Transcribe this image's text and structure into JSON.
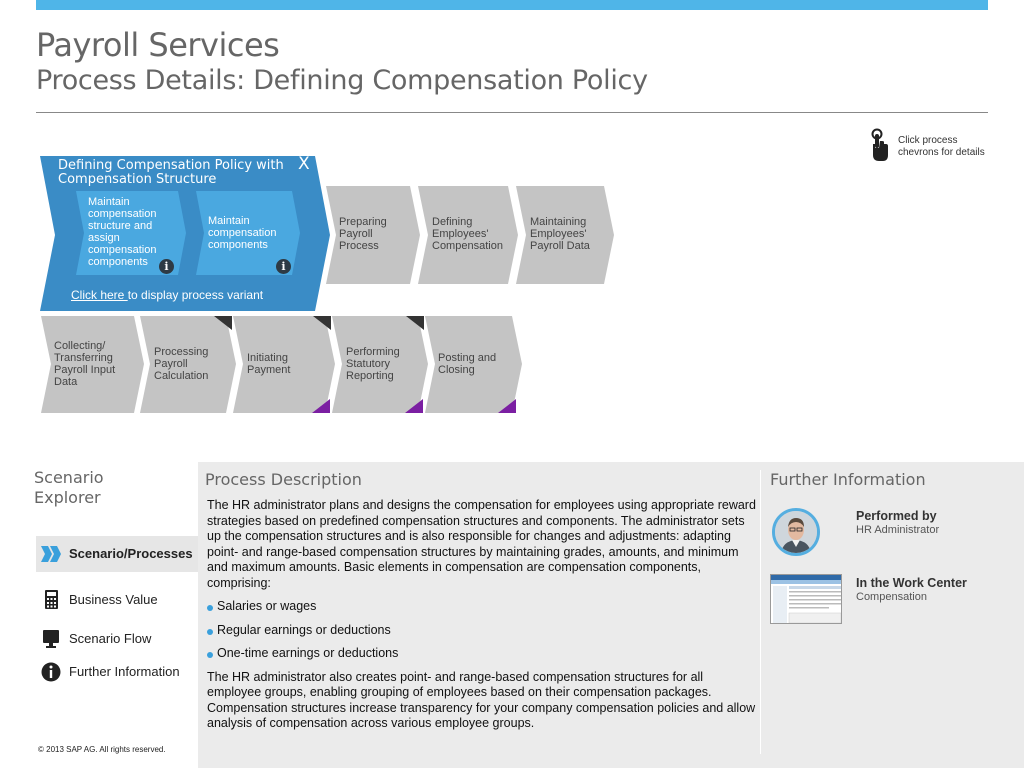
{
  "header": {
    "title": "Payroll Services",
    "subtitle": "Process Details: Defining Compensation Policy",
    "accent_color": "#4fb5e8"
  },
  "hint": {
    "icon": "hand-pointer-icon",
    "text_line1": "Click process",
    "text_line2": "chevrons for details"
  },
  "process": {
    "expanded": {
      "title": "Defining Compensation Policy with Compensation Structure",
      "close_label": "X",
      "color": "#3a8cc6",
      "sub_steps": [
        {
          "label": "Maintain compensation structure and assign compensation components",
          "info": "i",
          "color": "#4aa8e0"
        },
        {
          "label": "Maintain compensation components",
          "info": "i",
          "color": "#4aa8e0"
        }
      ],
      "variant_link": "Click here ",
      "variant_text": "to display process variant"
    },
    "row1": [
      {
        "label": "Preparing Payroll Process"
      },
      {
        "label": "Defining Employees' Compensation"
      },
      {
        "label": "Maintaining Employees' Payroll Data"
      }
    ],
    "row2": [
      {
        "label": "Collecting/ Transferring Payroll Input Data"
      },
      {
        "label": "Processing Payroll Calculation"
      },
      {
        "label": "Initiating Payment"
      },
      {
        "label": "Performing Statutory Reporting"
      },
      {
        "label": "Posting and Closing"
      }
    ],
    "chevron_color": "#c4c4c4",
    "marker_dark": "#333333",
    "marker_purple": "#7b1fa2"
  },
  "nav": {
    "title": "Scenario Explorer",
    "items": [
      {
        "label": "Scenario/Processes",
        "icon": "double-chevron-icon",
        "active": true
      },
      {
        "label": "Business Value",
        "icon": "calculator-icon",
        "active": false
      },
      {
        "label": "Scenario Flow",
        "icon": "monitor-icon",
        "active": false
      },
      {
        "label": "Further Information",
        "icon": "info-icon",
        "active": false
      }
    ],
    "copyright": "© 2013 SAP AG. All rights reserved."
  },
  "description": {
    "title": "Process Description",
    "para1": "The HR administrator plans and designs the compensation for employees using appropriate reward strategies based on predefined compensation structures and components. The administrator sets up the compensation structures and is also responsible for changes and adjustments: adapting point- and range-based compensation structures by maintaining grades, amounts, and minimum and maximum amounts. Basic elements in compensation are compensation components, comprising:",
    "bullets": [
      "Salaries or wages",
      "Regular earnings or deductions",
      "One-time earnings or deductions"
    ],
    "para2": "The HR administrator also creates point- and range-based compensation structures for all employee groups, enabling grouping of employees based on their compensation packages. Compensation structures increase transparency for your company compensation policies and allow analysis of compensation across various employee groups."
  },
  "further_info": {
    "title": "Further Information",
    "performed_by_label": "Performed by",
    "performed_by_value": "HR Administrator",
    "work_center_label": "In the Work Center",
    "work_center_value": "Compensation"
  }
}
